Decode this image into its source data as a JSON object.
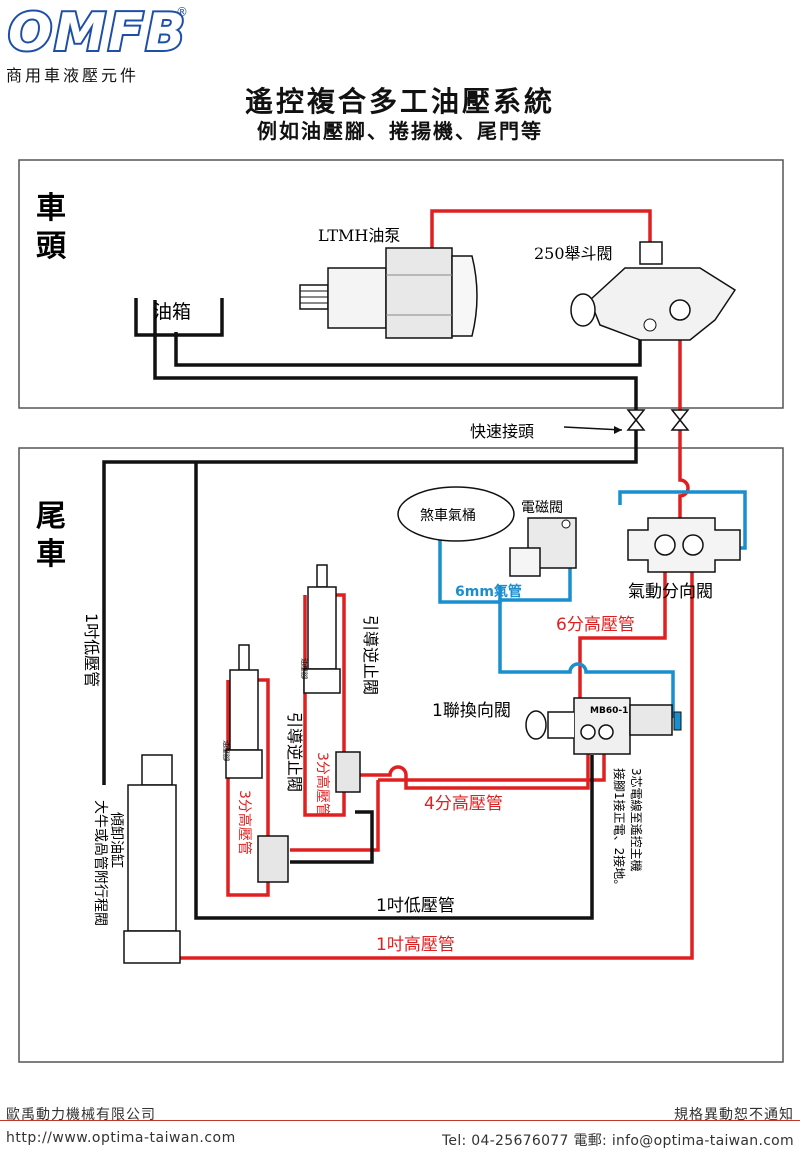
{
  "brand": {
    "logo_text": "OMFB",
    "registered_mark": "®",
    "tagline": "商用車液壓元件"
  },
  "title": "遙控複合多工油壓系統",
  "subtitle": "例如油壓腳、捲揚機、尾門等",
  "sections": {
    "head_label": "車頭",
    "trailer_label": "尾車"
  },
  "labels": {
    "pump": "LTMH油泵",
    "tipping_valve": "250舉斗閥",
    "oil_tank": "油箱",
    "quick_coupler": "快速接頭",
    "brake_tank": "煞車氣桶",
    "solenoid": "電磁閥",
    "air_pipe": "6mm氣管",
    "pneumatic_valve": "氣動分向閥",
    "hp_6": "6分高壓管",
    "directional_valve": "1聯換向閥",
    "valve_model": "MB60-1",
    "wiring_note_1": "3芯電線至遙控主機",
    "wiring_note_2": "接腳1接正電、2接地。",
    "hp_4": "4分高壓管",
    "hp_3a": "3分高壓管",
    "hp_3b": "3分高壓管",
    "check_valve_a": "引導逆止閥",
    "check_valve_b": "引導逆止閥",
    "cylinder_small_a": "油壓腳",
    "cylinder_small_b": "油壓腳",
    "lp_1_left": "1吋低壓管",
    "lp_1_bottom": "1吋低壓管",
    "hp_1": "1吋高壓管",
    "tip_cyl_1": "傾卸油缸",
    "tip_cyl_2": "大牛或咼管附行程閥"
  },
  "colors": {
    "pressure_line": "#e02020",
    "return_line": "#111111",
    "air_line": "#1a8fd0",
    "logo_blue": "#1e4fa8"
  },
  "footer": {
    "company": "歐禹動力機械有限公司",
    "notice": "規格異動恕不通知",
    "website": "http://www.optima-taiwan.com",
    "contact": "Tel: 04-25676077 電郵: info@optima-taiwan.com"
  }
}
